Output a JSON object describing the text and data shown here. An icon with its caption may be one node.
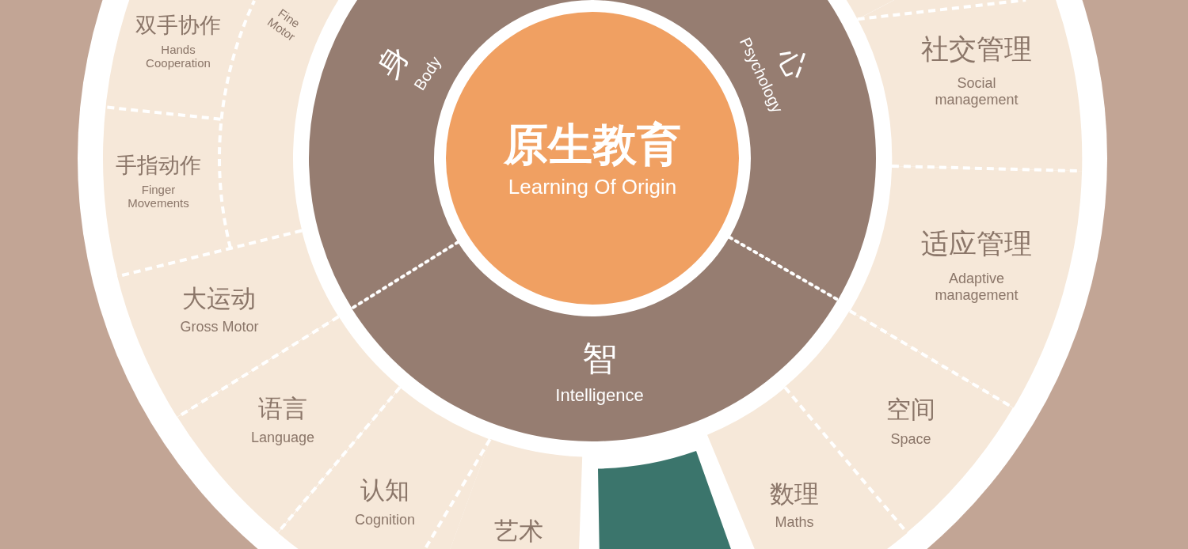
{
  "diagram": {
    "nodes": [
      {
        "text": [
          "原生教育",
          "Learning Of Origin"
        ]
      },
      {
        "text": [
          "身",
          "Body"
        ]
      },
      {
        "text": [
          "心",
          "Psychology"
        ]
      },
      {
        "text": [
          "智",
          "Intelligence"
        ]
      },
      {
        "text": [
          "Fine Motor"
        ]
      },
      {
        "text": [
          "双手协作",
          "Hands Cooperation"
        ],
        "in": 4
      },
      {
        "text": [
          "手指动作",
          "Finger Movements"
        ],
        "in": 4
      },
      {
        "text": [
          "大运动",
          "Gross Motor"
        ]
      },
      {
        "text": [
          "语言",
          "Language"
        ]
      },
      {
        "text": [
          "认知",
          "Cognition"
        ]
      },
      {
        "text": [
          "艺术"
        ]
      },
      {
        "text": [],
        "shape": "sector"
      },
      {
        "text": [
          "数理",
          "Maths"
        ]
      },
      {
        "text": [
          "空间",
          "Space"
        ]
      },
      {
        "text": [
          "适应管理",
          "Adaptive management"
        ]
      },
      {
        "text": [
          "社交管理",
          "Social management"
        ]
      }
    ]
  }
}
